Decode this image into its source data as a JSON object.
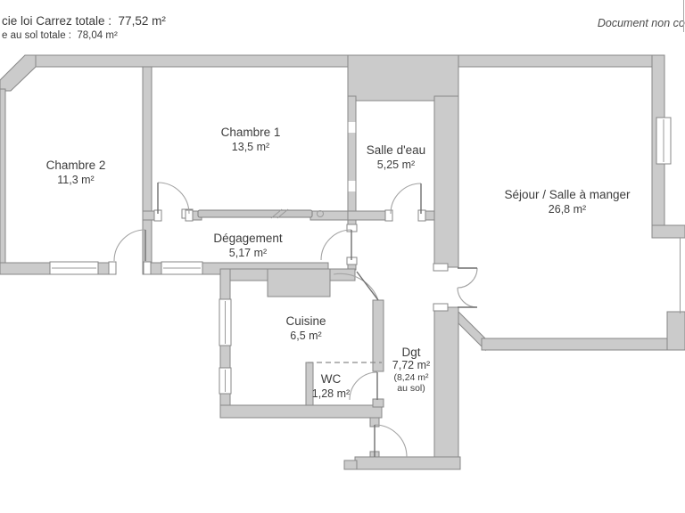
{
  "header": {
    "line1": "cie loi Carrez totale :  77,52 m²",
    "line2": "e au sol totale :  78,04 m²",
    "right_note": "Document non cor"
  },
  "rooms": [
    {
      "name": "Chambre 2",
      "area": "11,3 m²"
    },
    {
      "name": "Chambre 1",
      "area": "13,5 m²"
    },
    {
      "name": "Salle d'eau",
      "area": "5,25 m²"
    },
    {
      "name": "Séjour / Salle à manger",
      "area": "26,8 m²"
    },
    {
      "name": "Dégagement",
      "area": "5,17 m²"
    },
    {
      "name": "Cuisine",
      "area": "6,5 m²"
    },
    {
      "name": "WC",
      "area": "1,28 m²"
    },
    {
      "name": "Dgt",
      "area": "7,72 m²",
      "extra1": "(8,24 m²",
      "extra2": "au sol)"
    }
  ],
  "colors": {
    "wall_fill": "#cbcbcb",
    "wall_stroke": "#878787",
    "text": "#3d3d3d",
    "background": "#ffffff"
  }
}
